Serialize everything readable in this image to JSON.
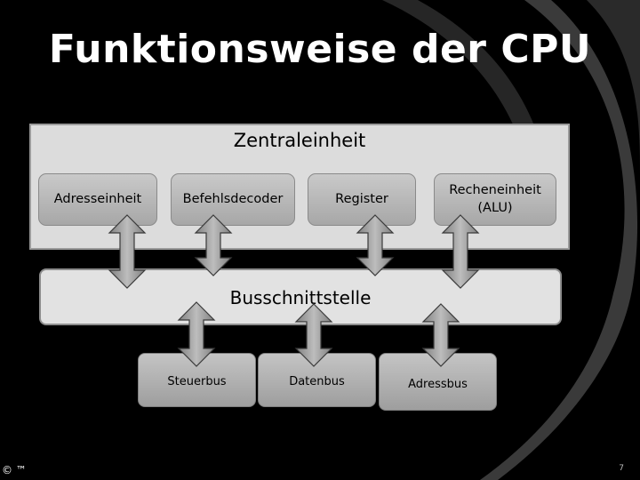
{
  "slide": {
    "title": "Funktionsweise der CPU",
    "page_number": "7",
    "footer_symbols": "© ™"
  },
  "cpu": {
    "label": "Zentraleinheit",
    "units": [
      {
        "label": "Adresseinheit"
      },
      {
        "label": "Befehlsdecoder"
      },
      {
        "label": "Register"
      },
      {
        "label": "Recheneinheit (ALU)"
      }
    ]
  },
  "bus_interface": {
    "label": "Busschnittstelle"
  },
  "buses": [
    {
      "label": "Steuerbus"
    },
    {
      "label": "Datenbus"
    },
    {
      "label": "Adressbus"
    }
  ],
  "colors": {
    "background": "#000000",
    "panel": "#dcdcdc",
    "box_fill": "#b5b5b5",
    "arrow_fill": "#9e9e9e"
  }
}
